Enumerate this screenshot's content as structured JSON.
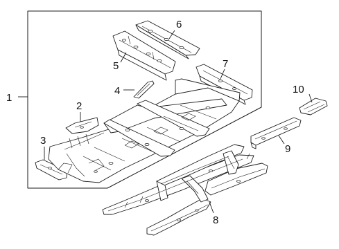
{
  "callouts": {
    "c1": "1",
    "c2": "2",
    "c3": "3",
    "c4": "4",
    "c5": "5",
    "c6": "6",
    "c7": "7",
    "c8": "8",
    "c9": "9",
    "c10": "10"
  },
  "colors": {
    "line": "#1a1a1a",
    "background": "#ffffff"
  }
}
